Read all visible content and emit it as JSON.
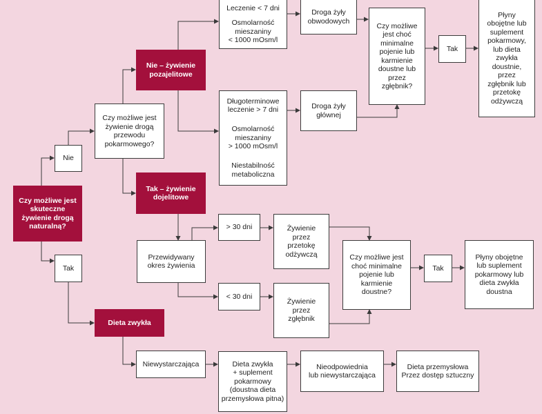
{
  "colors": {
    "background": "#f3d6e0",
    "decision": "#a3103c",
    "box": "#ffffff",
    "line": "#3a3a3a"
  },
  "nodes": {
    "start_question": "Czy możliwe jest\nskuteczne\nżywienie drogą\nnaturalną?",
    "nie": "Nie",
    "tak": "Tak",
    "tube_question": "Czy możliwe jest\nżywienie drogą\nprzewodu\npokarmowego?",
    "parenteral": "Nie – żywienie\npozajelitowe",
    "enteral": "Tak – żywienie\ndojelitowe",
    "short_term": {
      "duration": "Leczenie < 7 dni",
      "osmolarity": "Osmolarność\nmieszaniny\n< 1000 mOsm/l"
    },
    "long_term": {
      "duration": "Długoterminowe\nleczenie > 7 dni",
      "osmolarity": "Osmolarność\nmieszaniny\n> 1000 mOsm/l",
      "instability": "Niestabilność\nmetaboliczna"
    },
    "peripheral_vein": "Droga żyły\nobwodowych",
    "central_vein": "Droga żyły\ngłównej",
    "oral_question_top": "Czy możliwe jest choć\nminimalne\npojenie lub\nkarmienie\ndoustne lub\nprzez\nzgłębnik?",
    "tak_top": "Tak",
    "liquids_top": "Płyny\nobojętne lub\nsuplement\npokarmowy,\nlub dieta\nzwykła\ndoustnie,\nprzez\nzgłębnik lub\nprzetokę\nodżywczą",
    "feeding_period": "Przewidywany\nokres żywienia",
    "over_30": "> 30 dni",
    "under_30": "< 30 dni",
    "fistula": "Żywienie\nprzez\nprzetokę\nodżywczą",
    "tube": "Żywienie\nprzez\nzgłębnik",
    "oral_question_bottom": "Czy możliwe jest\nchoć minimalne\npojenie lub\nkarmienie\ndoustne?",
    "tak_bottom": "Tak",
    "liquids_bottom": "Płyny obojętne\nlub suplement\npokarmowy lub\ndieta zwykła\ndoustna",
    "regular_diet": "Dieta zwykła",
    "insufficient": "Niewystarczająca",
    "diet_supplement": "Dieta zwykła\n+ suplement\npokarmowy\n(doustna dieta\nprzemysłowa pitna)",
    "inadequate": "Nieodpowiednia\nlub niewystarczająca",
    "industrial_diet": "Dieta przemysłowa\nPrzez dostęp sztuczny"
  }
}
